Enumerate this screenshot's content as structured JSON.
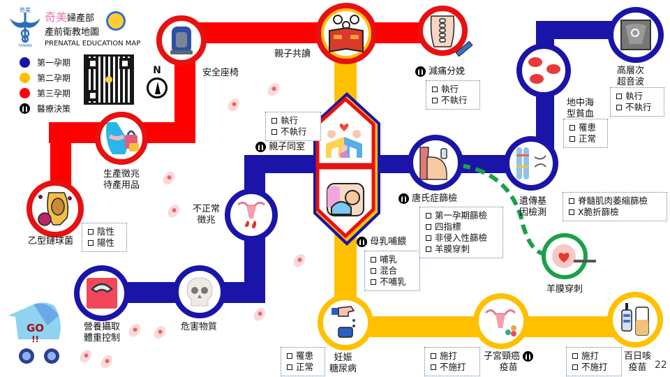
{
  "header": {
    "org_name_pink": "奇美",
    "org_name_black": "婦產部",
    "title_zh": "產前衛教地圖",
    "title_en": "PRENATAL EDUCATION MAP",
    "logo_text": "奇美",
    "logo_sub": "TAIWAN"
  },
  "legend": {
    "items": [
      {
        "label": "第一孕期",
        "color": "#1a14a8"
      },
      {
        "label": "第二孕期",
        "color": "#ffc000"
      },
      {
        "label": "第三孕期",
        "color": "#ff0000"
      },
      {
        "label": "醫療決策",
        "icon": "medical-decision-icon"
      }
    ]
  },
  "compass": {
    "label": "N"
  },
  "start": {
    "label": "GO",
    "sub": "!!"
  },
  "stations": {
    "car_seat": {
      "label": "安全座椅",
      "trimester": 3
    },
    "reading": {
      "label": "親子共讀",
      "trimester": 3
    },
    "epidural": {
      "label": "減痛分娩",
      "trimester": 3,
      "decision": true,
      "options": [
        "執行",
        "不執行"
      ]
    },
    "labor_signs": {
      "label_1": "生產徵兆",
      "label_2": "待產用品",
      "trimester": 3
    },
    "gbs": {
      "label": "乙型鏈球菌",
      "trimester": 3,
      "options": [
        "陰性",
        "陽性"
      ]
    },
    "rooming_in": {
      "label": "親子同室",
      "decision": true,
      "options": [
        "執行",
        "不執行"
      ]
    },
    "breastfeeding": {
      "label": "母乳哺餵",
      "decision": true,
      "options": [
        "哺乳",
        "混合",
        "不哺乳"
      ]
    },
    "abnormal_signs": {
      "label_1": "不正常",
      "label_2": "徵兆",
      "trimester": 1
    },
    "nutrition": {
      "label_1": "營養攝取",
      "label_2": "體重控制",
      "trimester": 1
    },
    "hazards": {
      "label": "危害物質",
      "trimester": 1
    },
    "down_screening": {
      "label": "唐氏症篩檢",
      "trimester": 1,
      "decision": true,
      "options": [
        "第一孕期篩檢",
        "四指標",
        "非侵入性篩檢",
        "羊膜穿刺"
      ]
    },
    "genetic_test": {
      "label_1": "遺傳基",
      "label_2": "因檢測",
      "trimester": 1,
      "options": [
        "脊髓肌肉萎縮篩檢",
        "X脆折篩檢"
      ]
    },
    "thalassemia": {
      "label_1": "地中海",
      "label_2": "型貧血",
      "trimester": 1,
      "options": [
        "罹患",
        "正常"
      ]
    },
    "ultrasound": {
      "label_1": "高層次",
      "label_2": "超音波",
      "trimester": 1,
      "options": [
        "執行",
        "不執行"
      ]
    },
    "amniocentesis": {
      "label": "羊膜穿刺"
    },
    "gdm": {
      "label_1": "妊娠",
      "label_2": "糖尿病",
      "trimester": 2,
      "options": [
        "罹患",
        "正常"
      ]
    },
    "hpv_vaccine": {
      "label_1": "子宮頸癌",
      "label_2": "疫苗",
      "trimester": 2,
      "decision": true,
      "options": [
        "施打",
        "不施打"
      ]
    },
    "pertussis_vaccine": {
      "label_1": "百日咳",
      "label_2": "疫苗",
      "trimester": 2,
      "options": [
        "施打",
        "不施打"
      ]
    }
  },
  "page_number": "22",
  "colors": {
    "red": "#ff0000",
    "blue": "#1a14a8",
    "yellow": "#ffc000",
    "green": "#1aa04a"
  }
}
